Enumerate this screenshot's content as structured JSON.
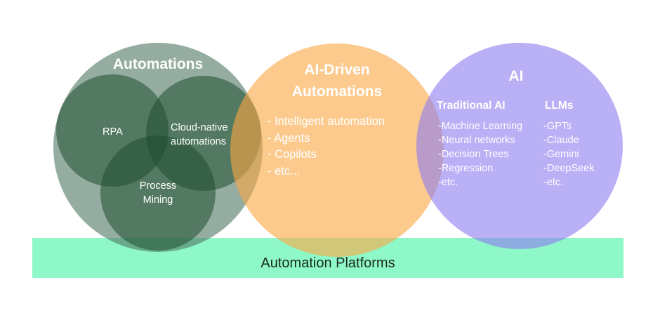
{
  "colors": {
    "automations_outer": "#4f7662",
    "automations_inner": "#1f4f32",
    "ai_driven": "#fba743",
    "ai": "#8c7cf0",
    "platform": "#8ff8c9",
    "text_light": "#ffffff",
    "text_dark": "#1a2a1e"
  },
  "automations": {
    "title": "Automations",
    "items": [
      {
        "label": "RPA"
      },
      {
        "label": "Cloud-native automations",
        "lines": [
          "Cloud-native",
          "automations"
        ]
      },
      {
        "label": "Process Mining",
        "lines": [
          "Process",
          "Mining"
        ]
      }
    ]
  },
  "ai_driven": {
    "title_lines": [
      "AI-Driven",
      "Automations"
    ],
    "items": [
      "- Intelligent automation",
      "- Agents",
      "- Copilots",
      "- etc..."
    ]
  },
  "ai": {
    "title": "AI",
    "traditional": {
      "heading": "Traditional AI",
      "items": [
        "-Machine Learning",
        "-Neural networks",
        "-Decision Trees",
        "-Regression",
        "-etc."
      ]
    },
    "llms": {
      "heading": "LLMs",
      "items": [
        "-GPTs",
        "-Claude",
        "-Gemini",
        "-DeepSeek",
        "-etc."
      ]
    }
  },
  "platform": {
    "label": "Automation Platforms"
  }
}
